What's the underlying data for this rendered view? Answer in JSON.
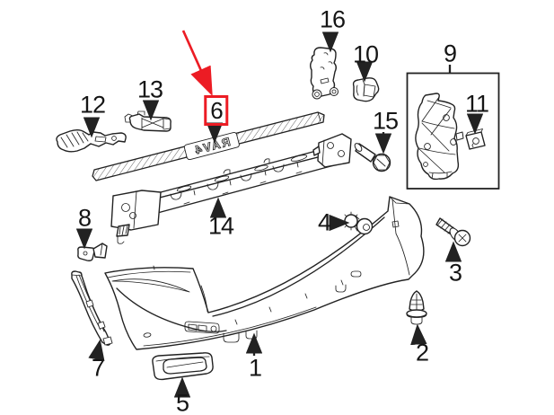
{
  "diagram": {
    "type": "exploded-parts-diagram",
    "background_color": "#ffffff",
    "line_color": "#222222",
    "highlight_color": "#ec1c24",
    "highlighted_callout": "6",
    "step_pad_embossed_text": "RAV4",
    "callouts": {
      "1": "1",
      "2": "2",
      "3": "3",
      "4": "4",
      "5": "5",
      "6": "6",
      "7": "7",
      "8": "8",
      "9": "9",
      "10": "10",
      "11": "11",
      "12": "12",
      "13": "13",
      "14": "14",
      "15": "15",
      "16": "16"
    }
  }
}
